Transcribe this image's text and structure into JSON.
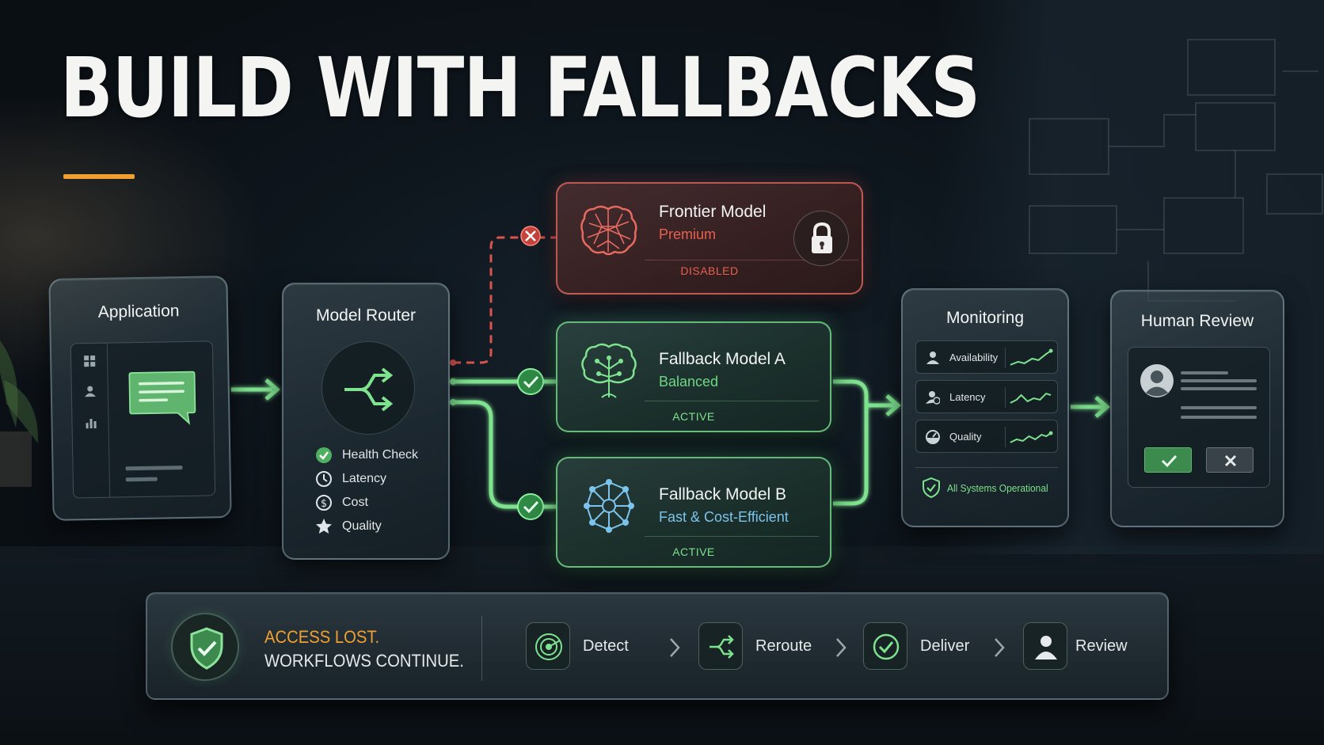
{
  "title": "BUILD WITH FALLBACKS",
  "colors": {
    "accent_orange": "#f0a030",
    "active_green": "#6fd884",
    "disabled_red": "#e8604f",
    "fast_blue": "#7cc4ec"
  },
  "application": {
    "title": "Application",
    "rail_icons": [
      "grid-icon",
      "user-icon",
      "bar-chart-icon"
    ],
    "content_icon": "chat-bubble-icon"
  },
  "router": {
    "title": "Model Router",
    "icon": "split-arrows-icon",
    "checks": [
      {
        "label": "Health Check",
        "icon": "check-circle-icon"
      },
      {
        "label": "Latency",
        "icon": "clock-icon"
      },
      {
        "label": "Cost",
        "icon": "dollar-icon"
      },
      {
        "label": "Quality",
        "icon": "star-icon"
      }
    ]
  },
  "models": {
    "frontier": {
      "name": "Frontier Model",
      "tier": "Premium",
      "status": "DISABLED",
      "icon": "brain-icon",
      "badge_icon": "lock-icon",
      "connector_icon": "x-icon"
    },
    "fallback_a": {
      "name": "Fallback Model A",
      "tier": "Balanced",
      "status": "ACTIVE",
      "icon": "tree-network-icon",
      "connector_icon": "check-icon"
    },
    "fallback_b": {
      "name": "Fallback Model B",
      "tier": "Fast & Cost-Efficient",
      "status": "ACTIVE",
      "icon": "network-icon",
      "connector_icon": "check-icon"
    }
  },
  "monitoring": {
    "title": "Monitoring",
    "metrics": [
      {
        "label": "Availability",
        "icon": "user-icon"
      },
      {
        "label": "Latency",
        "icon": "user-clock-icon"
      },
      {
        "label": "Quality",
        "icon": "gauge-icon"
      }
    ],
    "status": "All Systems Operational",
    "status_icon": "shield-check-icon"
  },
  "review": {
    "title": "Human Review",
    "approve_icon": "check-icon",
    "reject_icon": "x-icon",
    "avatar_icon": "user-avatar-icon"
  },
  "banner": {
    "headline": "ACCESS LOST.",
    "subline": "WORKFLOWS CONTINUE.",
    "icon": "shield-check-icon",
    "steps": [
      {
        "label": "Detect",
        "icon": "radar-icon"
      },
      {
        "label": "Reroute",
        "icon": "split-arrows-icon"
      },
      {
        "label": "Deliver",
        "icon": "check-circle-icon"
      },
      {
        "label": "Review",
        "icon": "user-icon"
      }
    ]
  }
}
